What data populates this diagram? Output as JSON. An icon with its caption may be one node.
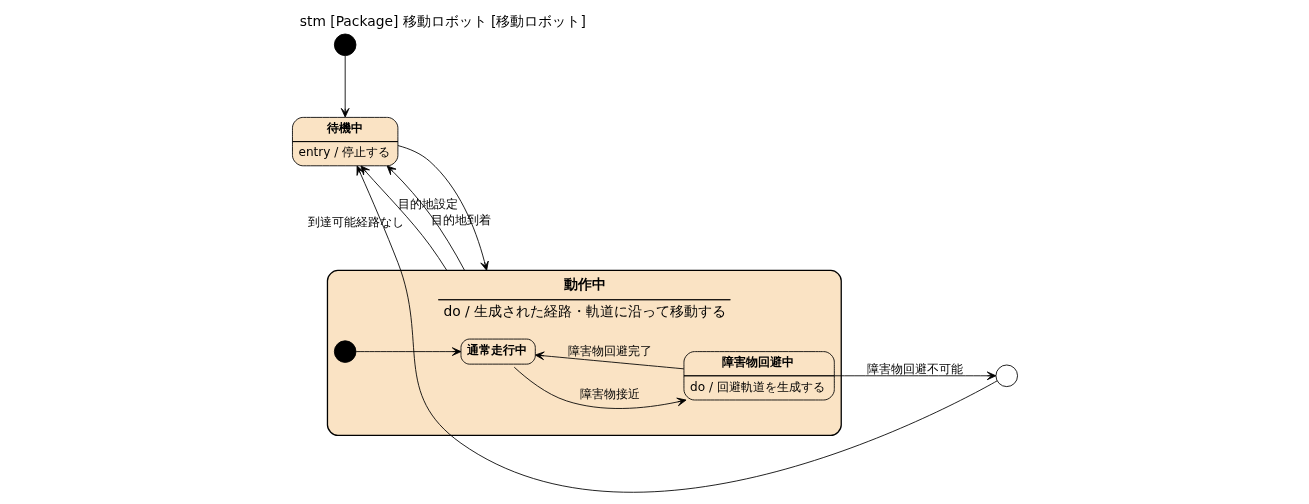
{
  "diagram": {
    "title": "stm [Package] 移動ロボット [移動ロボット]",
    "nodes": [
      {
        "text": [],
        "shape": "circle"
      },
      {
        "text": [
          "待機中",
          "entry / 停止する"
        ]
      },
      {
        "text": [
          "動作中",
          "do / 生成された経路・軌道に沿って移動する"
        ]
      },
      {
        "text": [],
        "shape": "circle",
        "in": 2
      },
      {
        "text": [
          "通常走行中"
        ],
        "in": 2
      },
      {
        "text": [
          "障害物回避中",
          "do / 回避軌道を生成する"
        ],
        "in": 2
      },
      {
        "text": [],
        "shape": "circle"
      }
    ],
    "edges": [
      {
        "from": 0,
        "to": 1,
        "arrow": "to"
      },
      {
        "from": 1,
        "to": 2,
        "label": "目的地設定",
        "arrow": "to"
      },
      {
        "from": 2,
        "to": 1,
        "label": "到達可能経路なし",
        "arrow": "to"
      },
      {
        "from": 2,
        "to": 1,
        "label": "目的地到着",
        "arrow": "to"
      },
      {
        "from": 3,
        "to": 4,
        "arrow": "to"
      },
      {
        "from": 4,
        "to": 5,
        "label": "障害物接近",
        "arrow": "to"
      },
      {
        "from": 5,
        "to": 4,
        "label": "障害物回避完了",
        "arrow": "to"
      },
      {
        "from": 5,
        "to": 6,
        "label": "障害物回避不可能",
        "arrow": "to"
      },
      {
        "from": 6,
        "to": 1,
        "arrow": "to"
      }
    ]
  }
}
